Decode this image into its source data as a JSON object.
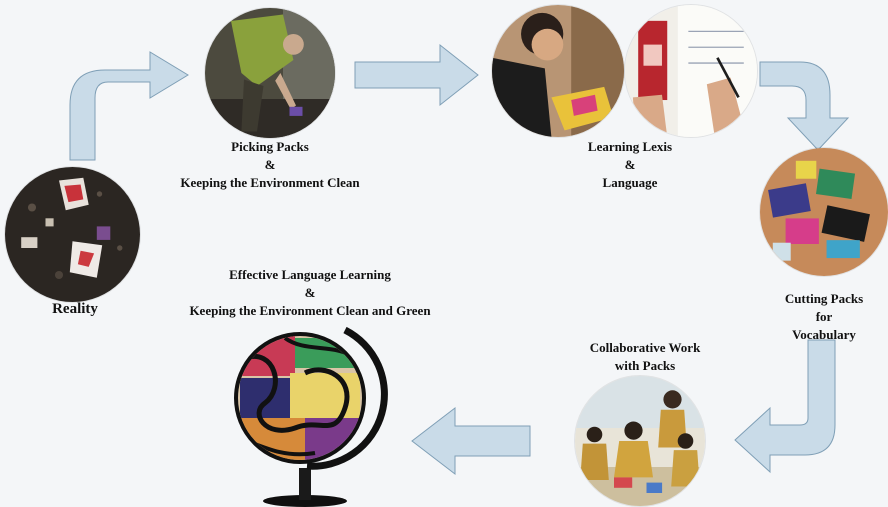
{
  "colors": {
    "background": "#f4f6f8",
    "arrow_fill": "#c9dbe8",
    "arrow_stroke": "#7f9fb6",
    "text": "#111111"
  },
  "stages": {
    "reality": {
      "label": "Reality",
      "image": "litter-on-ground-photo"
    },
    "picking": {
      "line1": "Picking Packs",
      "line2": "&",
      "line3": "Keeping the Environment Clean",
      "image": "person-picking-litter-photo"
    },
    "learning": {
      "line1": "Learning Lexis",
      "line2": "&",
      "line3": "Language",
      "images": [
        "student-with-pack-photo",
        "writing-words-photo"
      ]
    },
    "cutting": {
      "line1": "Cutting Packs",
      "line2": "for",
      "line3": "Vocabulary",
      "image": "cut-packs-photo"
    },
    "collaborative": {
      "line1": "Collaborative Work",
      "line2": "with Packs",
      "image": "students-group-work-photo"
    },
    "effective": {
      "line1": "Effective Language Learning",
      "line2": "&",
      "line3": "Keeping the Environment Clean and Green",
      "image": "globe-made-of-packs"
    }
  },
  "arrows": [
    "bent-arrow-up-right",
    "arrow-right",
    "bent-arrow-right-down",
    "bent-arrow-down-left",
    "arrow-left"
  ]
}
